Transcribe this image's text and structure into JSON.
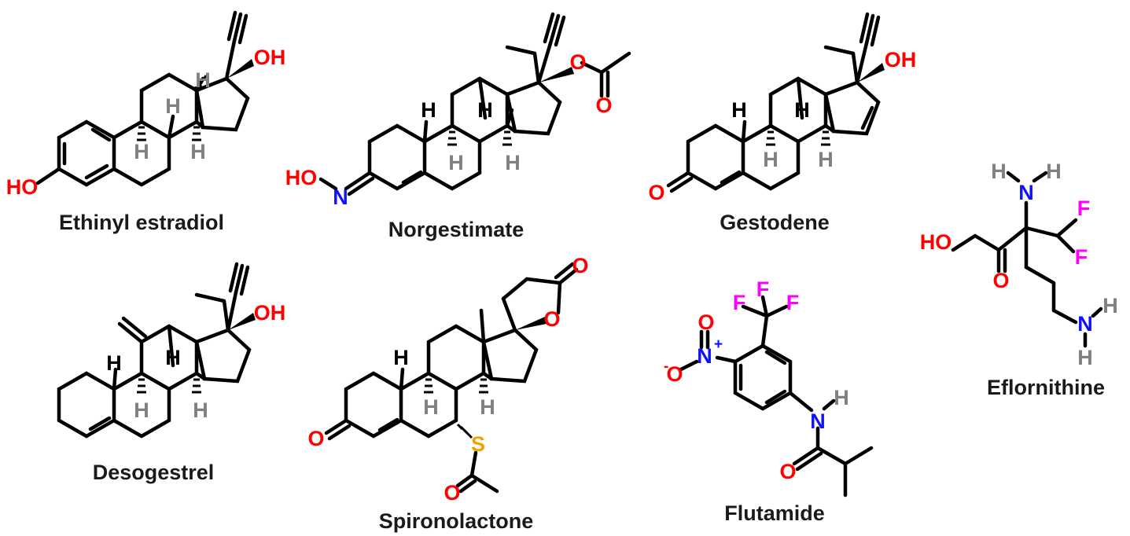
{
  "compounds": [
    {
      "name": "Ethinyl estradiol"
    },
    {
      "name": "Norgestimate"
    },
    {
      "name": "Gestodene"
    },
    {
      "name": "Eflornithine"
    },
    {
      "name": "Desogestrel"
    },
    {
      "name": "Spironolactone"
    },
    {
      "name": "Flutamide"
    }
  ],
  "atoms": {
    "oh": "OH",
    "ho": "HO",
    "h": "H",
    "o": "O",
    "n": "N",
    "s": "S",
    "f": "F"
  },
  "colors": {
    "oxygen": "#ff0000",
    "nitrogen": "#1010ff",
    "sulfur": "#f0a000",
    "fluorine": "#ff00ff",
    "hydrogen": "#808080",
    "bond": "#000000"
  }
}
